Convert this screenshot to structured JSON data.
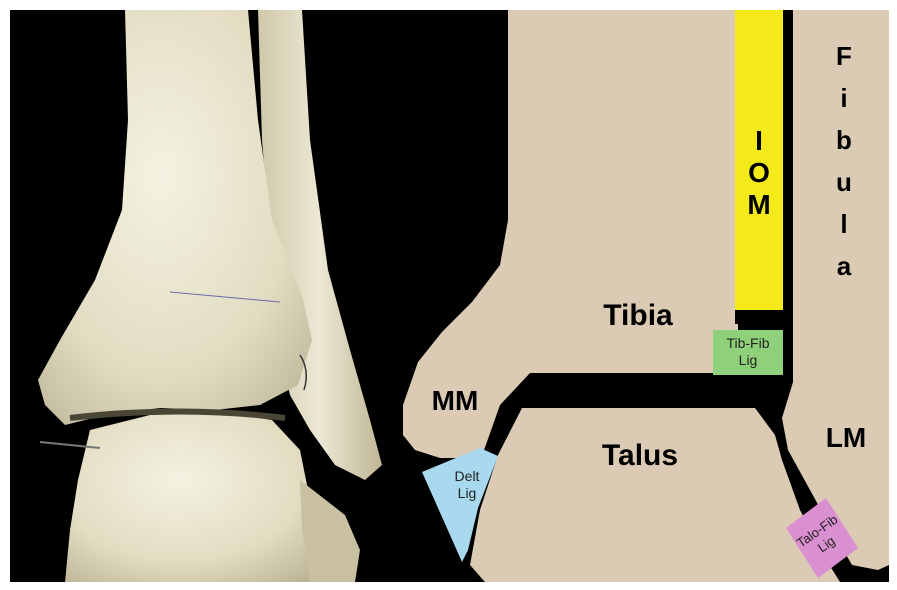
{
  "labels": {
    "fibula": [
      "F",
      "i",
      "b",
      "u",
      "l",
      "a"
    ],
    "iom": [
      "I",
      "O",
      "M"
    ],
    "tibia": "Tibia",
    "talus": "Talus",
    "mm": "MM",
    "lm": "LM",
    "tib_fib_lig": [
      "Tib-Fib",
      "Lig"
    ],
    "delt_lig": [
      "Delt",
      "Lig"
    ],
    "talo_fib_lig": [
      "Talo-Fib",
      "Lig"
    ]
  },
  "colors": {
    "bone": "#dbcab4",
    "iom": "#f4ea1a",
    "tib_fib_lig": "#8fd17a",
    "delt_lig": "#a9d9ee",
    "talo_fib_lig": "#d98fd0",
    "background": "#000000"
  }
}
